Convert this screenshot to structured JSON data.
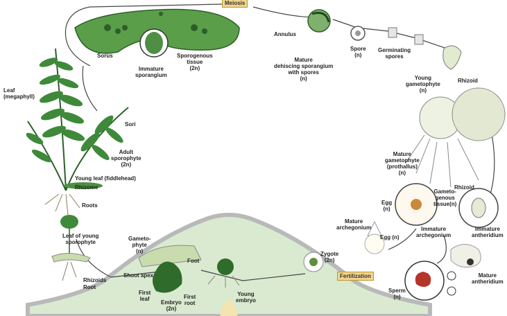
{
  "colors": {
    "leaf_green": "#3e8a3a",
    "dark_green": "#1f5a22",
    "sporangium_green": "#5a9e4a",
    "arch_fill": "#d9ead0",
    "arch_stroke": "#b9b9b9",
    "stage_tag": "#f2d48c",
    "stage_tag_border": "#b8962e",
    "gametophyte_green": "#c9dcae",
    "cycle_line": "#444444",
    "antheridium_red": "#b6332a"
  },
  "icons": [
    "fern-plant-icon",
    "sorus-leaf-icon",
    "sporangium-icon",
    "spore-icon",
    "gametophyte-icon",
    "embryo-icon",
    "sperm-icon",
    "zygote-icon",
    "archegonium-icon",
    "antheridium-icon"
  ],
  "stage_tags": {
    "meiosis": "Meiosis",
    "fertilization": "Fertilization"
  },
  "labels": {
    "sorus": "Sorus",
    "immature_sporangium": "Immature\nsporangium",
    "sporogenous_tissue": "Sporogenous\ntissue\n(2n)",
    "annulus": "Annulus",
    "mature_sporangium": "Mature\ndehiscing sporangium\nwith spores\n(n)",
    "spore": "Spore\n(n)",
    "germinating_spores": "Germinating\nspores",
    "young_gametophyte": "Young\ngametophyte\n(n)",
    "rhizoid_top": "Rhizoid",
    "leaf_megaphyll": "Leaf\n(megaphyll)",
    "sori": "Sori",
    "adult_sporophyte": "Adult\nsporophyte\n(2n)",
    "young_leaf": "Young leaf (fiddlehead)",
    "rhizome": "Rhizome",
    "roots": "Roots",
    "mature_gametophyte": "Mature\ngametophyte\n(prothallus)\n(n)",
    "egg_left": "Egg\n(n)",
    "gametogenous_tissue": "Gameto-\ngenous\ntissue(n)",
    "rhizoid_right": "Rhizoid",
    "mature_archegonium": "Mature\narchegonium",
    "egg_right": "Egg (n)",
    "immature_archegonium": "Immature\narchegonium",
    "immature_antheridium": "Immature\nantheridium",
    "leaf_young_sporophyte": "Leaf of young\nsporophyte",
    "gametophyte": "Gameto-\nphyte\n(n)",
    "zygote": "Zygote\n(2n)",
    "foot": "Foot",
    "shoot_apex": "Shoot apex",
    "rhizoids": "Rhizoids",
    "root": "Root",
    "first_leaf": "First\nleaf",
    "embryo": "Embryo\n(2n)",
    "first_root": "First\nroot",
    "young_embryo": "Young\nembryo",
    "sperm": "Sperm\n(n)",
    "mature_antheridium": "Mature\nantheridium"
  }
}
